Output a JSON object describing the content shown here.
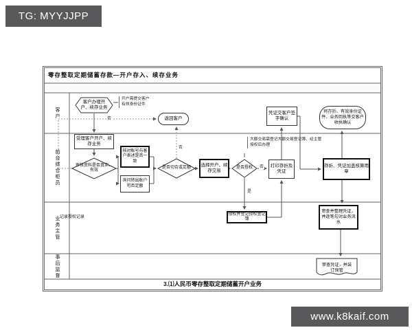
{
  "watermarks": {
    "tg_badge": "TG: MYYJJPP",
    "site_badge": "www.k8kaif.com"
  },
  "colors": {
    "badge_bg": "#59595b",
    "line": "#555555",
    "frame": "#666666"
  },
  "flowchart": {
    "title": "零存整取定期储蓄存款—开户存入、续存业务",
    "caption": "3.⑴人民币零存整取定期储蓄开户业务",
    "lanes": [
      {
        "label": "客户"
      },
      {
        "label": "前台综合柜员"
      },
      {
        "label": "业务主管"
      },
      {
        "label": "事后监督"
      }
    ],
    "nodes": {
      "start_hex": "客户办理开户、续存业务",
      "note_id": "开户需提交客户有效身份证件",
      "return_customer": "返回客户",
      "sign_confirm": "凭证交客户签字确认",
      "handover": "将存折、有效身份证件、业务回执等交客户收执确认",
      "accept": "受理客户开户、续存业务",
      "check_material": "审核资料是否真实、有效",
      "verify_account": "核对账号与客户表述是否一致",
      "ask_balance": "询问转出账户可否足额",
      "match_decision": "是否切合或足额",
      "select_txn": "选择开户、续存交易",
      "auth_decision": "是否授权",
      "note_large": "大额交易需登记大额交易登记簿、经主管授权后办理",
      "print": "打印存折及凭证",
      "stamp": "存折、凭证加盖核算用章",
      "authorize": "授权并登记授权登记簿",
      "lane3_note": "记录授权记录",
      "review": "审查并整理凭证，并逐笔勾对业务流水",
      "archive": "审查凭证，并装订保管"
    },
    "edge_labels": {
      "yes": "是",
      "no": "否"
    }
  }
}
